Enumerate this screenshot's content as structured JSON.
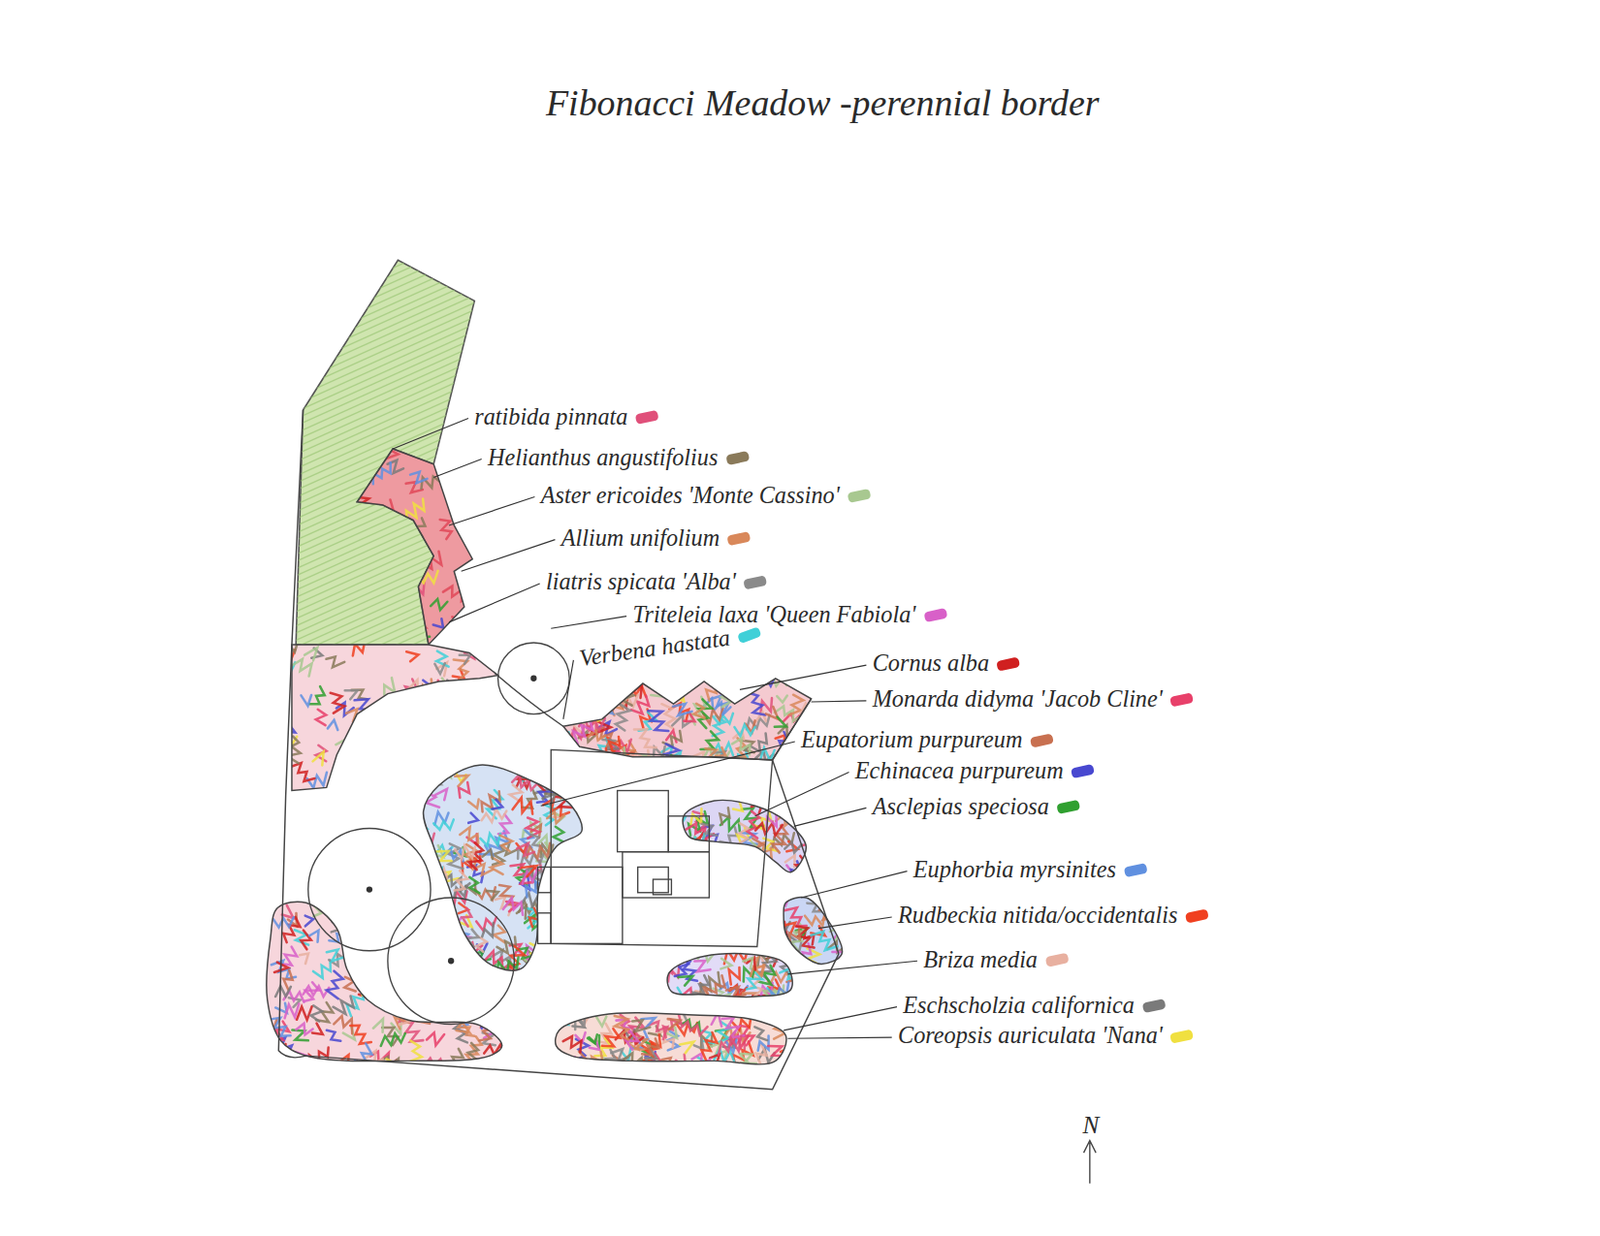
{
  "diagram": {
    "title": "Fibonacci Meadow -perennial border",
    "labels": [
      "N"
    ],
    "legend": [
      {
        "text": "ratibida pinnata",
        "color": "#e0507a"
      },
      {
        "text": "Helianthus angustifolius",
        "color": "#8a7a5a"
      },
      {
        "text": "Aster ericoides 'Monte Cassino'",
        "color": "#a8c890"
      },
      {
        "text": "Allium unifolium",
        "color": "#d9885a"
      },
      {
        "text": "liatris spicata 'Alba'",
        "color": "#8a8a8a"
      },
      {
        "text": "Triteleia laxa 'Queen Fabiola'",
        "color": "#d860c8"
      },
      {
        "text": "Verbena hastata",
        "color": "#40d0d8"
      },
      {
        "text": "Cornus alba",
        "color": "#d02020"
      },
      {
        "text": "Monarda didyma 'Jacob Cline'",
        "color": "#e8406a"
      },
      {
        "text": "Eupatorium purpureum",
        "color": "#c87050"
      },
      {
        "text": "Echinacea purpureum",
        "color": "#4848d0"
      },
      {
        "text": "Asclepias speciosa",
        "color": "#30a030"
      },
      {
        "text": "Euphorbia myrsinites",
        "color": "#6090e0"
      },
      {
        "text": "Rudbeckia nitida/occidentalis",
        "color": "#f04020"
      },
      {
        "text": "Briza media",
        "color": "#e8b0a0"
      },
      {
        "text": "Eschscholzia californica",
        "color": "#7a7a7a"
      },
      {
        "text": "Coreopsis auriculata 'Nana'",
        "color": "#f0e040"
      }
    ]
  }
}
